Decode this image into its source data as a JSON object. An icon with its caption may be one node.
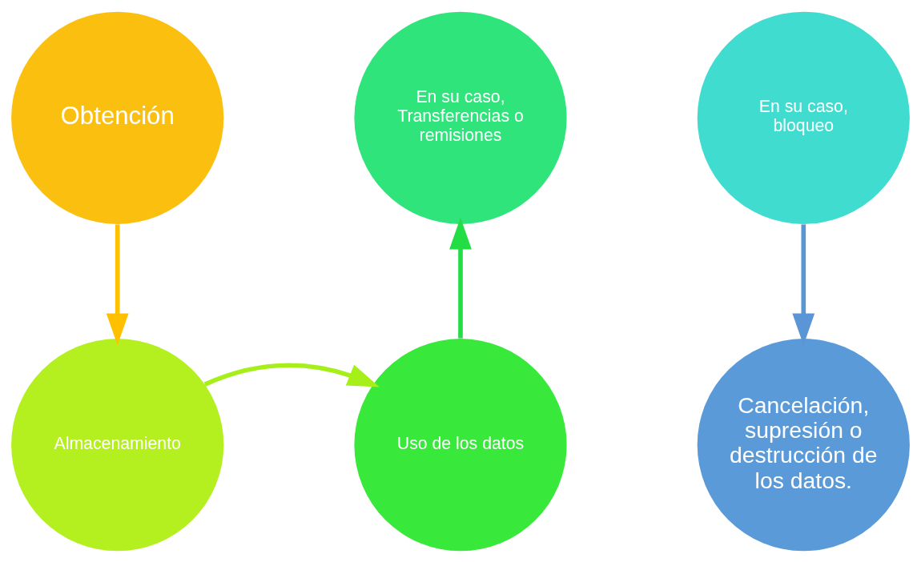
{
  "diagram": {
    "nodes": [
      {
        "text": [
          "Obtención"
        ]
      },
      {
        "text": [
          "Almacenamiento"
        ]
      },
      {
        "text": [
          "Uso de los datos"
        ]
      },
      {
        "text": [
          "En su caso, Transferencias o remisiones"
        ]
      },
      {
        "text": [
          "En su caso, bloqueo"
        ]
      },
      {
        "text": [
          "Cancelación, supresión o destrucción de los datos."
        ]
      }
    ],
    "edges": [
      {
        "from": 0,
        "to": 1,
        "arrow": "to",
        "color": "#ffc000"
      },
      {
        "from": 1,
        "to": 2,
        "arrow": "to",
        "color": "#a6ef18"
      },
      {
        "from": 2,
        "to": 3,
        "arrow": "to",
        "color": "#22dd44"
      },
      {
        "from": 4,
        "to": 5,
        "arrow": "to",
        "color": "#5a95d5"
      }
    ]
  }
}
